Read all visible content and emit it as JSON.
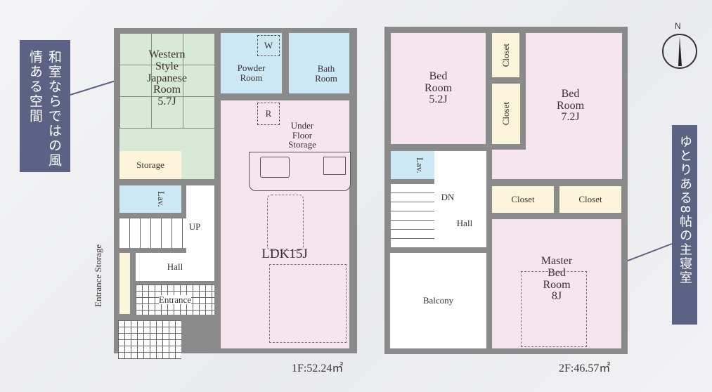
{
  "floor1": {
    "area_label": "1F:52.24㎡",
    "rooms": {
      "japanese": "Western Style Japanese Room 5.7J",
      "japanese_lines": [
        "Western",
        "Style",
        "Japanese",
        "Room",
        "5.7J"
      ],
      "powder_lines": [
        "Powder",
        "Room"
      ],
      "powder_w": "W",
      "bath_lines": [
        "Bath",
        "Room"
      ],
      "fridge": "R",
      "underfloor_lines": [
        "Under",
        "Floor",
        "Storage"
      ],
      "storage": "Storage",
      "lav": "Lav.",
      "up": "UP",
      "hall": "Hall",
      "entrance_storage": "Entrance Storage",
      "entrance": "Entrance",
      "ldk": "LDK15J"
    }
  },
  "floor2": {
    "area_label": "2F:46.57㎡",
    "rooms": {
      "bed1_lines": [
        "Bed",
        "Room",
        "5.2J"
      ],
      "bed2_lines": [
        "Bed",
        "Room",
        "7.2J"
      ],
      "closet": "Closet",
      "lav": "Lav.",
      "dn": "DN",
      "hall": "Hall",
      "balcony": "Balcony",
      "master_lines": [
        "Master",
        "Bed",
        "Room",
        "8J"
      ]
    }
  },
  "callouts": {
    "left": "和室ならではの風情ある空間",
    "right": "ゆとりある8帖の主寝室"
  },
  "compass": "N",
  "colors": {
    "callout": "#5b6283",
    "pink": "#f6e4ee",
    "green": "#d7ead7",
    "blue": "#cce8f4",
    "cream": "#fbf6db",
    "wall": "#8a8a8a"
  }
}
